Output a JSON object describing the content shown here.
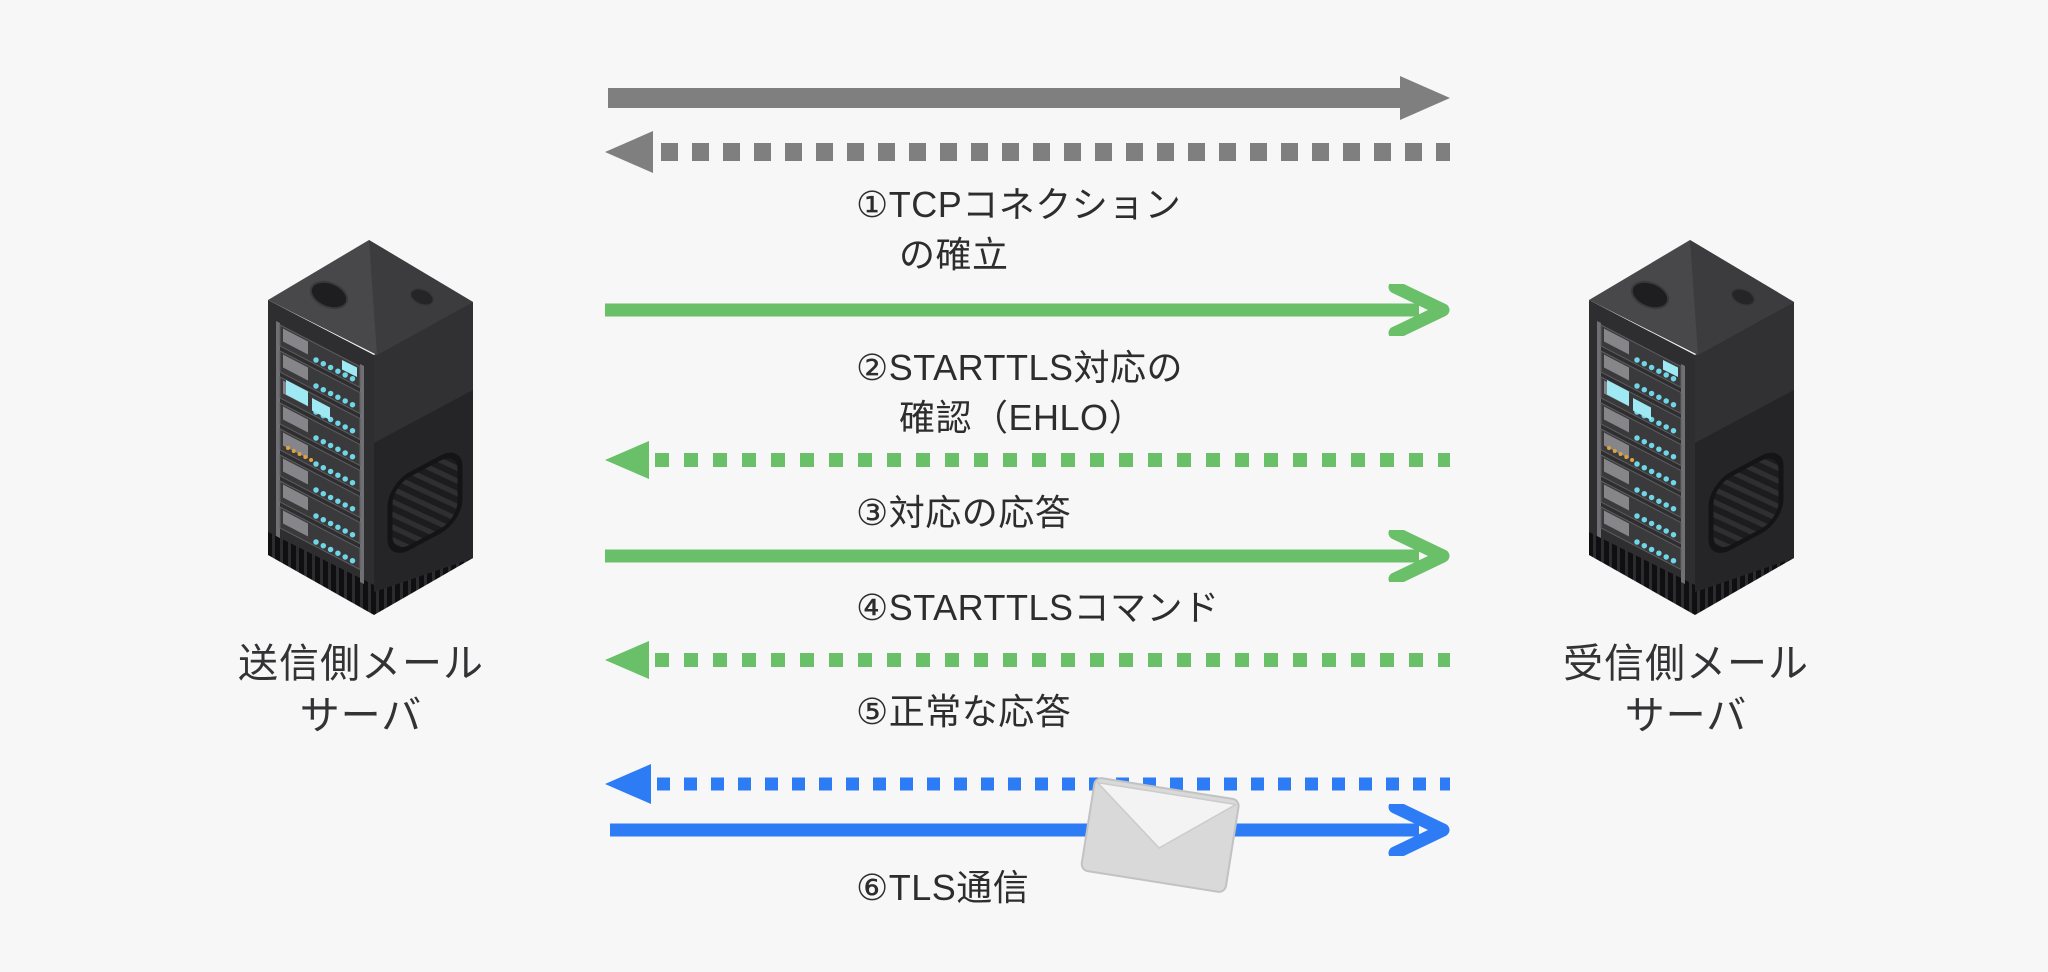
{
  "background_color": "#f7f7f7",
  "colors": {
    "tcp_arrow": "#7f7f7f",
    "smtp_arrow": "#6abf69",
    "tls_arrow": "#2d7bf5",
    "label_text": "#2d2d2d"
  },
  "nodes": {
    "sender": {
      "name": "送信側メールサーバ",
      "label_line1": "送信側メール",
      "label_line2": "サーバ",
      "icon": "server-rack-icon"
    },
    "receiver": {
      "name": "受信側メールサーバ",
      "label_line1": "受信側メール",
      "label_line2": "サーバ",
      "icon": "server-rack-icon"
    }
  },
  "sequence": [
    {
      "step": "①",
      "label_line1": "①TCPコネクション",
      "label_line2": "の確立",
      "arrows": [
        {
          "from": "sender",
          "to": "receiver",
          "line": "solid",
          "color": "#7f7f7f"
        },
        {
          "from": "receiver",
          "to": "sender",
          "line": "dashed",
          "color": "#7f7f7f"
        }
      ]
    },
    {
      "step": "②",
      "label_line1": "②STARTTLS対応の",
      "label_line2": "確認（EHLO）",
      "arrows": [
        {
          "from": "sender",
          "to": "receiver",
          "line": "solid",
          "color": "#6abf69"
        }
      ]
    },
    {
      "step": "③",
      "label_line1": "③対応の応答",
      "arrows": [
        {
          "from": "receiver",
          "to": "sender",
          "line": "dashed",
          "color": "#6abf69"
        }
      ]
    },
    {
      "step": "④",
      "label_line1": "④STARTTLSコマンド",
      "arrows": [
        {
          "from": "sender",
          "to": "receiver",
          "line": "solid",
          "color": "#6abf69"
        }
      ]
    },
    {
      "step": "⑤",
      "label_line1": "⑤正常な応答",
      "arrows": [
        {
          "from": "receiver",
          "to": "sender",
          "line": "dashed",
          "color": "#6abf69"
        }
      ]
    },
    {
      "step": "⑥",
      "label_line1": "⑥TLS通信",
      "arrows": [
        {
          "from": "receiver",
          "to": "sender",
          "line": "dashed",
          "color": "#2d7bf5"
        },
        {
          "from": "sender",
          "to": "receiver",
          "line": "solid",
          "color": "#2d7bf5"
        }
      ],
      "icon": "envelope-icon"
    }
  ]
}
